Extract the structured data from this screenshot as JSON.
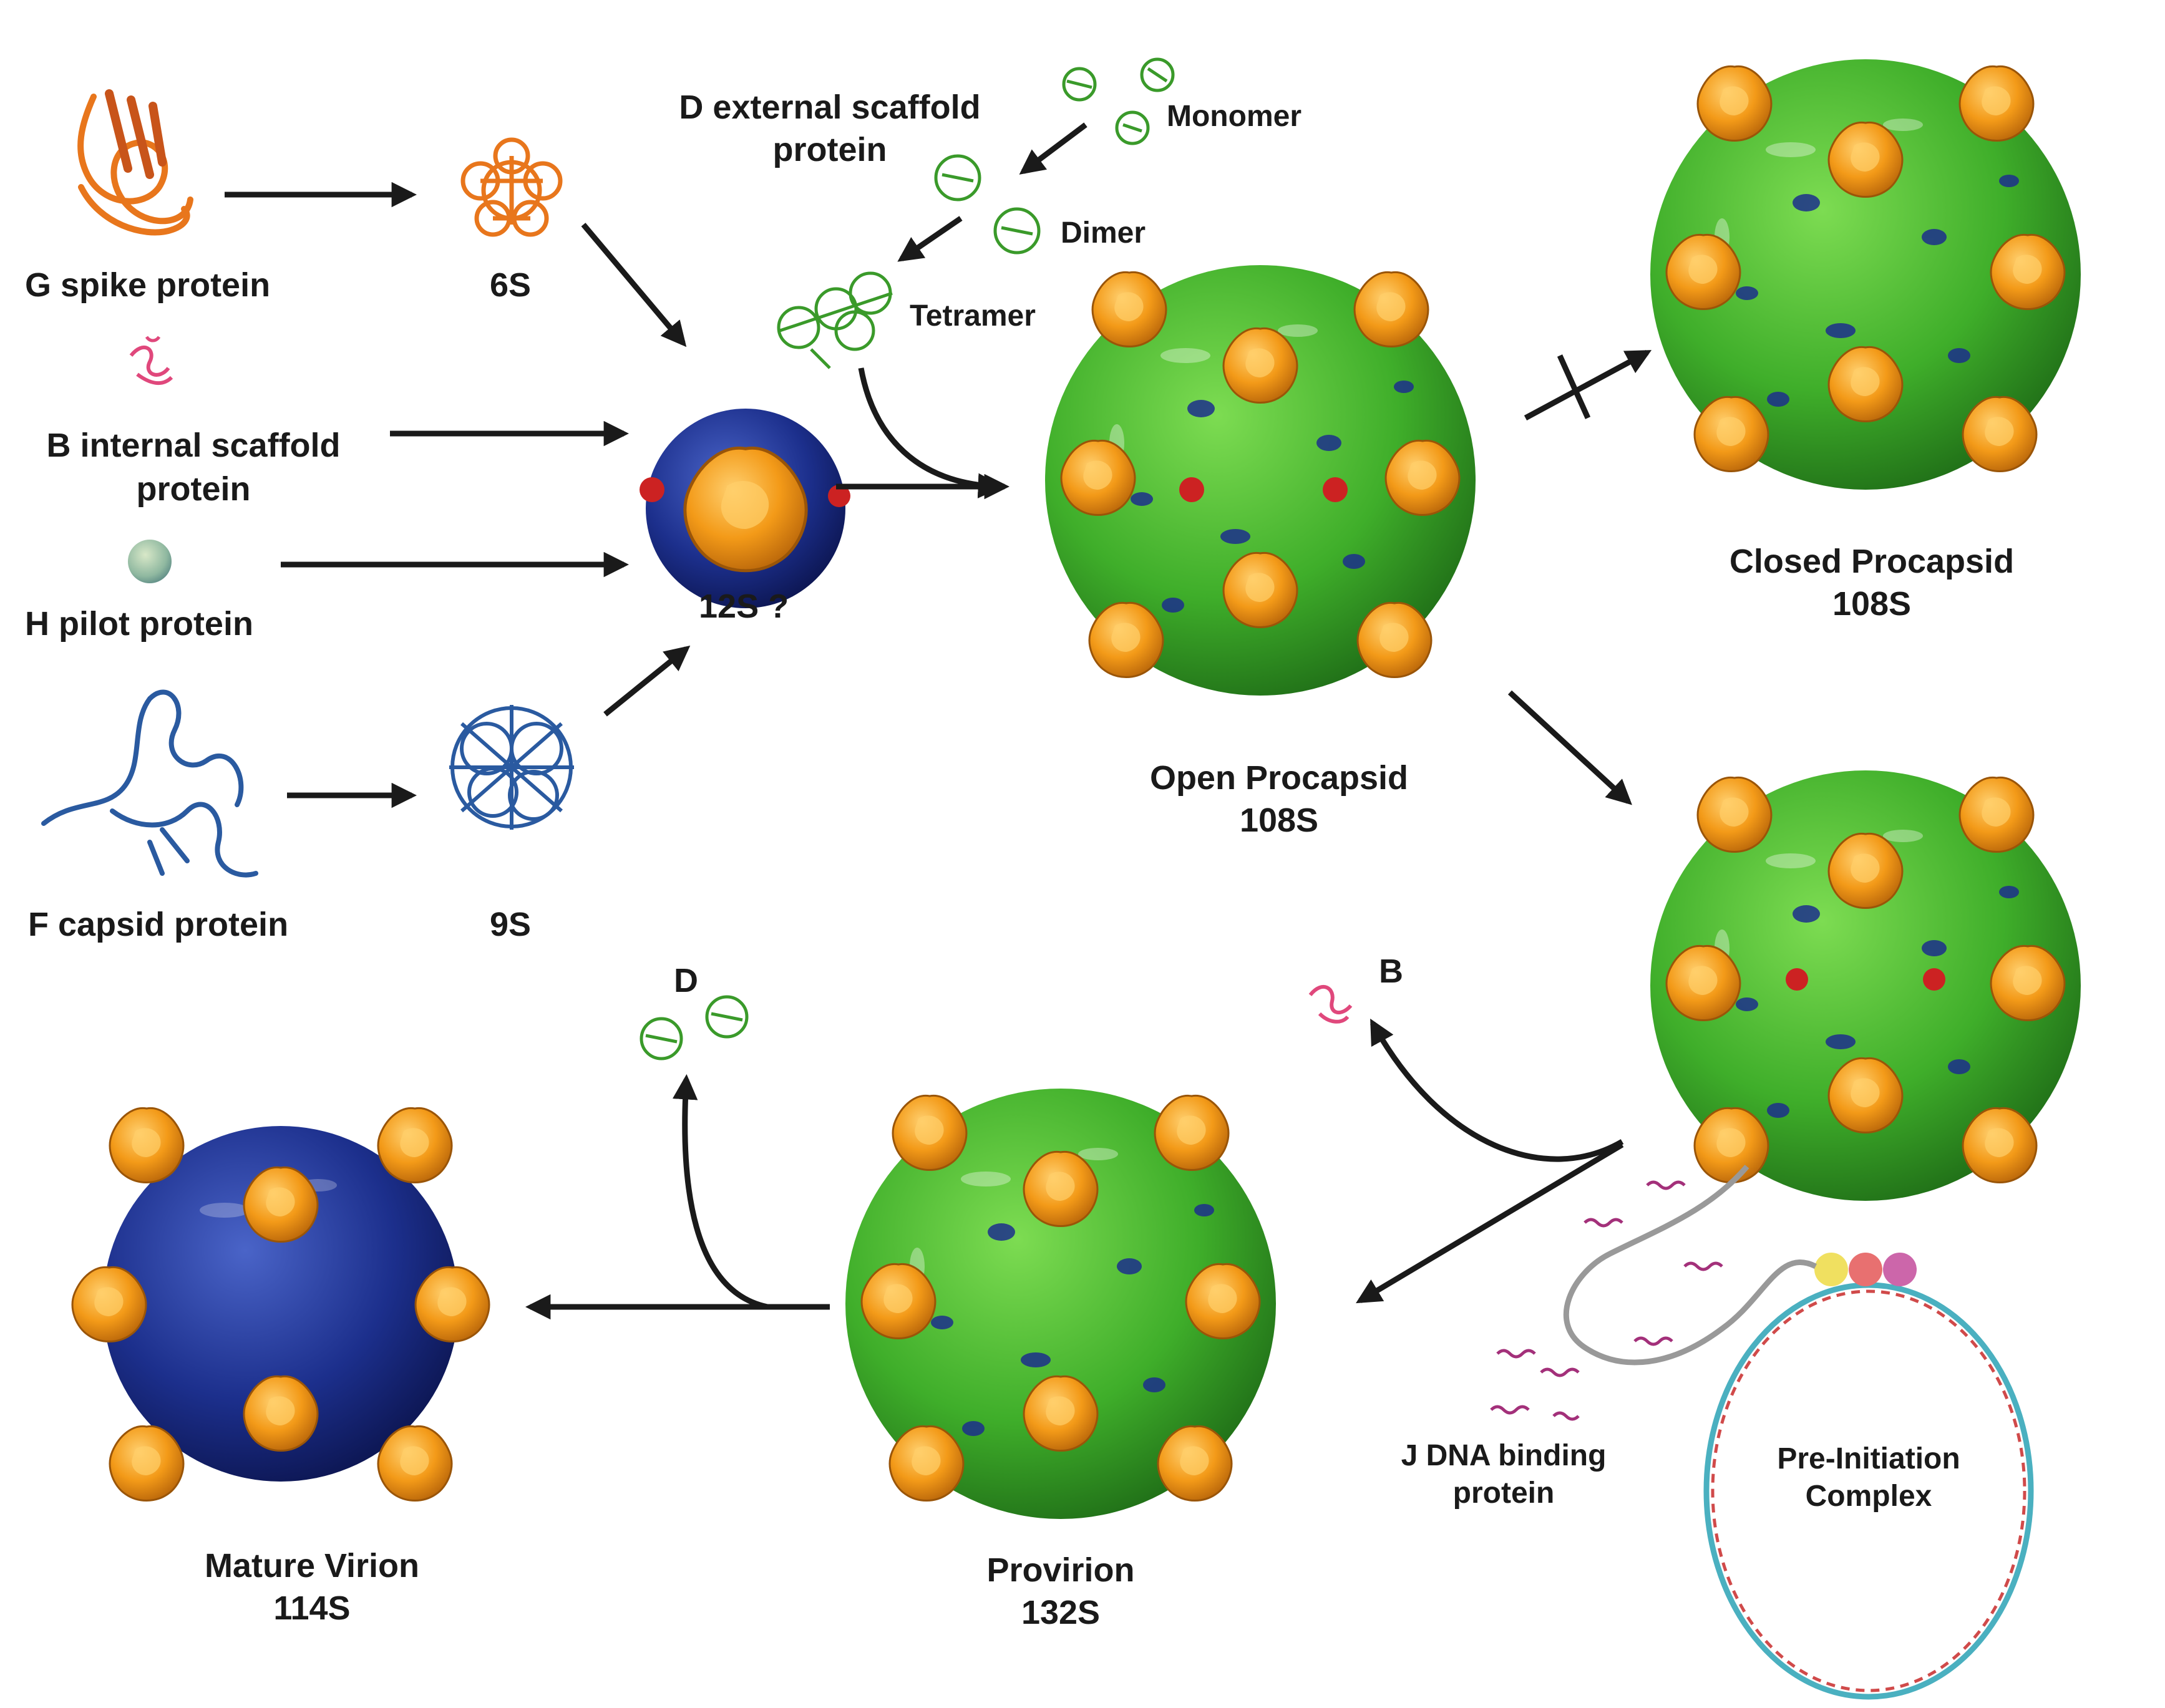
{
  "labels": {
    "g_spike": "G spike protein",
    "s6": "6S",
    "b_internal_1": "B internal scaffold",
    "b_internal_2": "protein",
    "h_pilot": "H pilot protein",
    "f_capsid": "F capsid protein",
    "s9": "9S",
    "s12": "12S ?",
    "d_external_1": "D external scaffold",
    "d_external_2": "protein",
    "monomer": "Monomer",
    "dimer": "Dimer",
    "tetramer": "Tetramer",
    "open_1": "Open Procapsid",
    "open_2": "108S",
    "closed_1": "Closed Procapsid",
    "closed_2": "108S",
    "b_release": "B",
    "d_release": "D",
    "j_1": "J DNA binding",
    "j_2": "protein",
    "pic_1": "Pre-Initiation",
    "pic_2": "Complex",
    "provirion_1": "Provirion",
    "provirion_2": "132S",
    "mature_1": "Mature Virion",
    "mature_2": "114S"
  },
  "colors": {
    "green": "#3fae2a",
    "orange": "#f39a18",
    "blue": "#1c2f8c",
    "red": "#cc2222",
    "pink": "#e0487c",
    "magenta": "#a3307a",
    "arrow": "#1a1a1a"
  },
  "icons": {
    "g_protein": "orange-ribbon-protein-icon",
    "f_protein": "blue-ribbon-protein-icon",
    "d_protein": "green-ribbon-protein-icon",
    "b_protein": "pink-ribbon-protein-icon",
    "h_protein": "pale-green-sphere-icon",
    "blocked": "blocked-arrow-cross-icon"
  }
}
